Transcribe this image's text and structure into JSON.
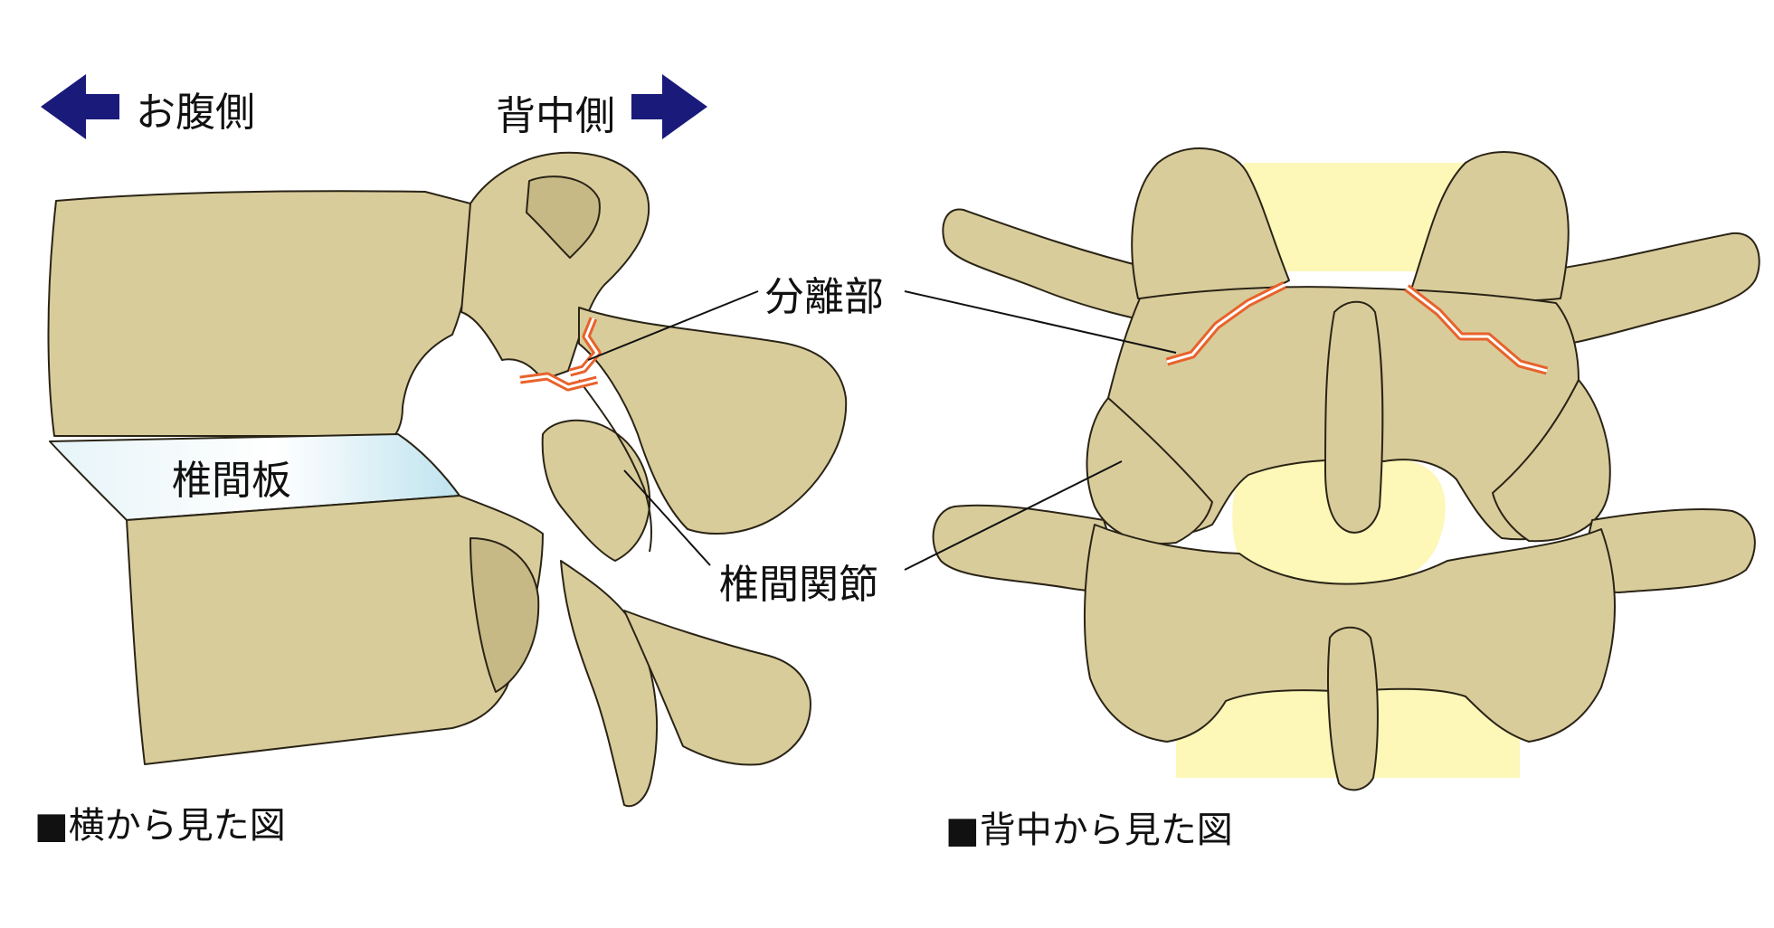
{
  "directions": {
    "ventral": "お腹側",
    "dorsal": "背中側"
  },
  "labels": {
    "separation": "分離部",
    "disc": "椎間板",
    "facet_joint": "椎間関節"
  },
  "captions": {
    "side_view": "■横から見た図",
    "back_view": "■背中から見た図"
  },
  "colors": {
    "bone": "#d9cc9b",
    "bone_outline": "#2a2416",
    "disc": "#d6eef5",
    "fracture": "#e8622c",
    "canal": "#fdf7b8",
    "arrow": "#1a1a7a"
  }
}
